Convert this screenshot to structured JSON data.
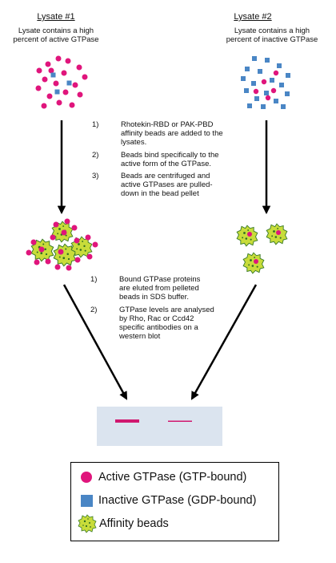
{
  "lysate1": {
    "title": "Lysate #1",
    "description_line1": "Lysate contains a high",
    "description_line2": "percent of active GTPase"
  },
  "lysate2": {
    "title": "Lysate #2",
    "description_line1": "Lysate contains a high",
    "description_line2": "percent of inactive GTPase"
  },
  "steps_top": [
    {
      "num": "1)",
      "lines": [
        "Rhotekin-RBD or PAK-PBD",
        "affinity beads are added to the",
        "lysates."
      ]
    },
    {
      "num": "2)",
      "lines": [
        "Beads bind  specifically to the",
        "active form of the GTPase."
      ]
    },
    {
      "num": "3)",
      "lines": [
        "Beads are centrifuged and",
        "active GTPases are pulled-",
        "down in the bead pellet"
      ]
    }
  ],
  "steps_bottom": [
    {
      "num": "1)",
      "lines": [
        "Bound GTPase  proteins",
        "are eluted from pelleted",
        "beads in SDS buffer."
      ]
    },
    {
      "num": "2)",
      "lines": [
        "GTPase levels are analysed",
        "by Rho, Rac or Ccd42",
        "specific antibodies on a",
        "western blot"
      ]
    }
  ],
  "legend": {
    "active": "Active GTPase (GTP-bound)",
    "inactive": "Inactive GTPase (GDP-bound)",
    "beads": "Affinity beads"
  },
  "colors": {
    "active": "#e0157c",
    "inactive": "#4a86c5",
    "bead": "#c8dc3a",
    "bead_speckle": "#3c7d2a",
    "blot_bg": "#dbe4ef",
    "arrow": "#000000"
  },
  "icons": {
    "active_marker": "pink-circle-icon",
    "inactive_marker": "blue-square-icon",
    "bead_marker": "affinity-bead-icon"
  }
}
